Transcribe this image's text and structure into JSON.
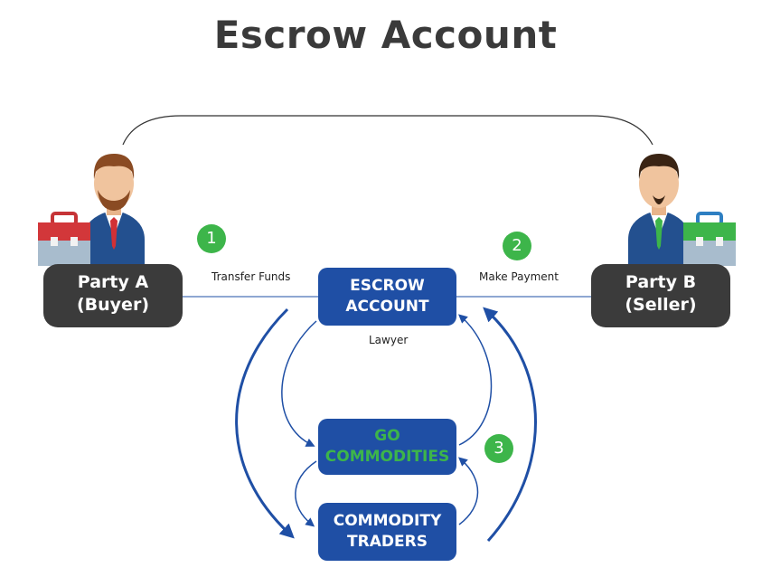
{
  "title": "Escrow Account",
  "party_a": {
    "line1": "Party A",
    "line2": "(Buyer)"
  },
  "party_b": {
    "line1": "Party B",
    "line2": "(Seller)"
  },
  "escrow_box": {
    "line1": "ESCROW",
    "line2": "ACCOUNT"
  },
  "go_commodities_box": {
    "line1": "GO",
    "line2": "COMMODITIES"
  },
  "traders_box": {
    "line1": "COMMODITY",
    "line2": "TRADERS"
  },
  "labels": {
    "transfer_funds": "Transfer Funds",
    "make_payment": "Make Payment",
    "lawyer": "Lawyer"
  },
  "steps": [
    "1",
    "2",
    "3"
  ],
  "colors": {
    "blue": "#1f4fa5",
    "green": "#3db54a",
    "dark": "#3b3b3b"
  },
  "icons": [
    "buyer-avatar-icon",
    "seller-avatar-icon",
    "red-briefcase-icon",
    "green-briefcase-icon"
  ]
}
